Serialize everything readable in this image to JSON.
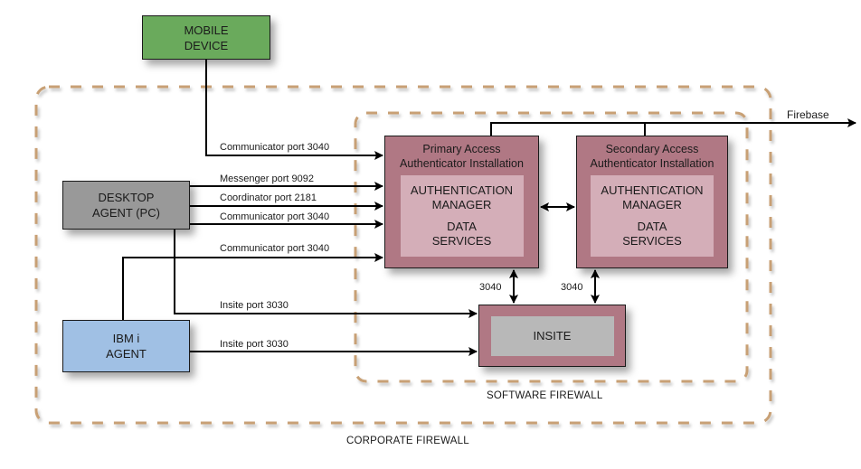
{
  "colors": {
    "firewall_dash": "#c8a074",
    "mobile": "#6aaa5c",
    "desktop": "#999999",
    "ibm": "#a0c0e4",
    "authenticator": "#b07884",
    "authenticator_inner": "#d4aeb8",
    "insite_inner": "#b8b8b8",
    "line": "#000000"
  },
  "nodes": {
    "mobile": {
      "line1": "MOBILE",
      "line2": "DEVICE"
    },
    "desktop": {
      "line1": "DESKTOP",
      "line2": "AGENT (PC)"
    },
    "ibm": {
      "line1": "IBM i",
      "line2": "AGENT"
    },
    "primary": {
      "title1": "Primary Access",
      "title2": "Authenticator Installation",
      "inner1": "AUTHENTICATION",
      "inner2": "MANAGER",
      "inner3": "DATA",
      "inner4": "SERVICES"
    },
    "secondary": {
      "title1": "Secondary Access",
      "title2": "Authenticator Installation",
      "inner1": "AUTHENTICATION",
      "inner2": "MANAGER",
      "inner3": "DATA",
      "inner4": "SERVICES"
    },
    "insite": {
      "label": "INSITE"
    }
  },
  "edges": {
    "mobile_communicator": "Communicator port 3040",
    "desktop_messenger": "Messenger port 9092",
    "desktop_coordinator": "Coordinator port 2181",
    "desktop_communicator": "Communicator port 3040",
    "ibm_communicator": "Communicator port 3040",
    "desktop_insite": "Insite port 3030",
    "ibm_insite": "Insite port 3030",
    "primary_insite": "3040",
    "secondary_insite": "3040",
    "firebase": "Firebase"
  },
  "zones": {
    "software_firewall": "SOFTWARE FIREWALL",
    "corporate_firewall": "CORPORATE FIREWALL"
  }
}
